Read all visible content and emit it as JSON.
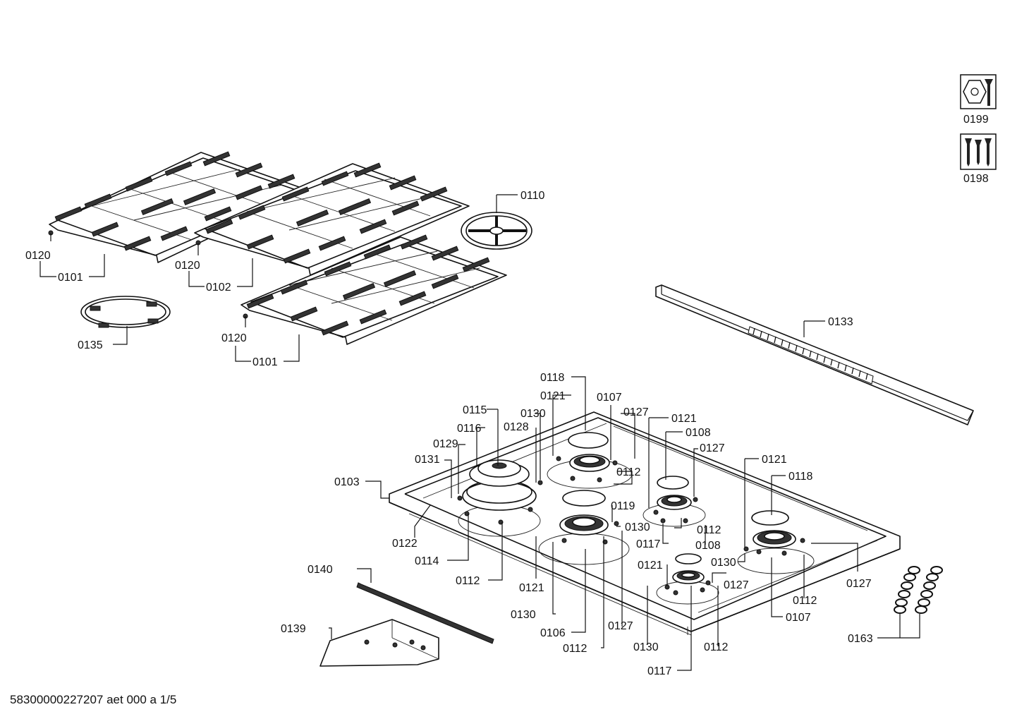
{
  "footer_text": "58300000227207 aet 000 a 1/5",
  "labels": {
    "l0120a": "0120",
    "l0101a": "0101",
    "l0120b": "0120",
    "l0102": "0102",
    "l0110": "0110",
    "l0135": "0135",
    "l0120c": "0120",
    "l0101b": "0101",
    "l0133": "0133",
    "l0199": "0199",
    "l0198": "0198",
    "l0118a": "0118",
    "l0121a": "0121",
    "l0107a": "0107",
    "l0115": "0115",
    "l0130a": "0130",
    "l0127a": "0127",
    "l0121b": "0121",
    "l0116": "0116",
    "l0128": "0128",
    "l0108a": "0108",
    "l0129": "0129",
    "l0127b": "0127",
    "l0131": "0131",
    "l0121c": "0121",
    "l0112a": "0112",
    "l0118b": "0118",
    "l0103": "0103",
    "l0119": "0119",
    "l0130b": "0130",
    "l0112b": "0112",
    "l0122": "0122",
    "l0117a": "0117",
    "l0108b": "0108",
    "l0114": "0114",
    "l0130c": "0130",
    "l0121d": "0121",
    "l0140": "0140",
    "l0127c": "0127",
    "l0127d": "0127",
    "l0112c": "0112",
    "l0121e": "0121",
    "l0112d": "0112",
    "l0130d": "0130",
    "l0107b": "0107",
    "l0139": "0139",
    "l0106": "0106",
    "l0127e": "0127",
    "l0163": "0163",
    "l0112e": "0112",
    "l0130e": "0130",
    "l0112f": "0112",
    "l0117b": "0117"
  }
}
